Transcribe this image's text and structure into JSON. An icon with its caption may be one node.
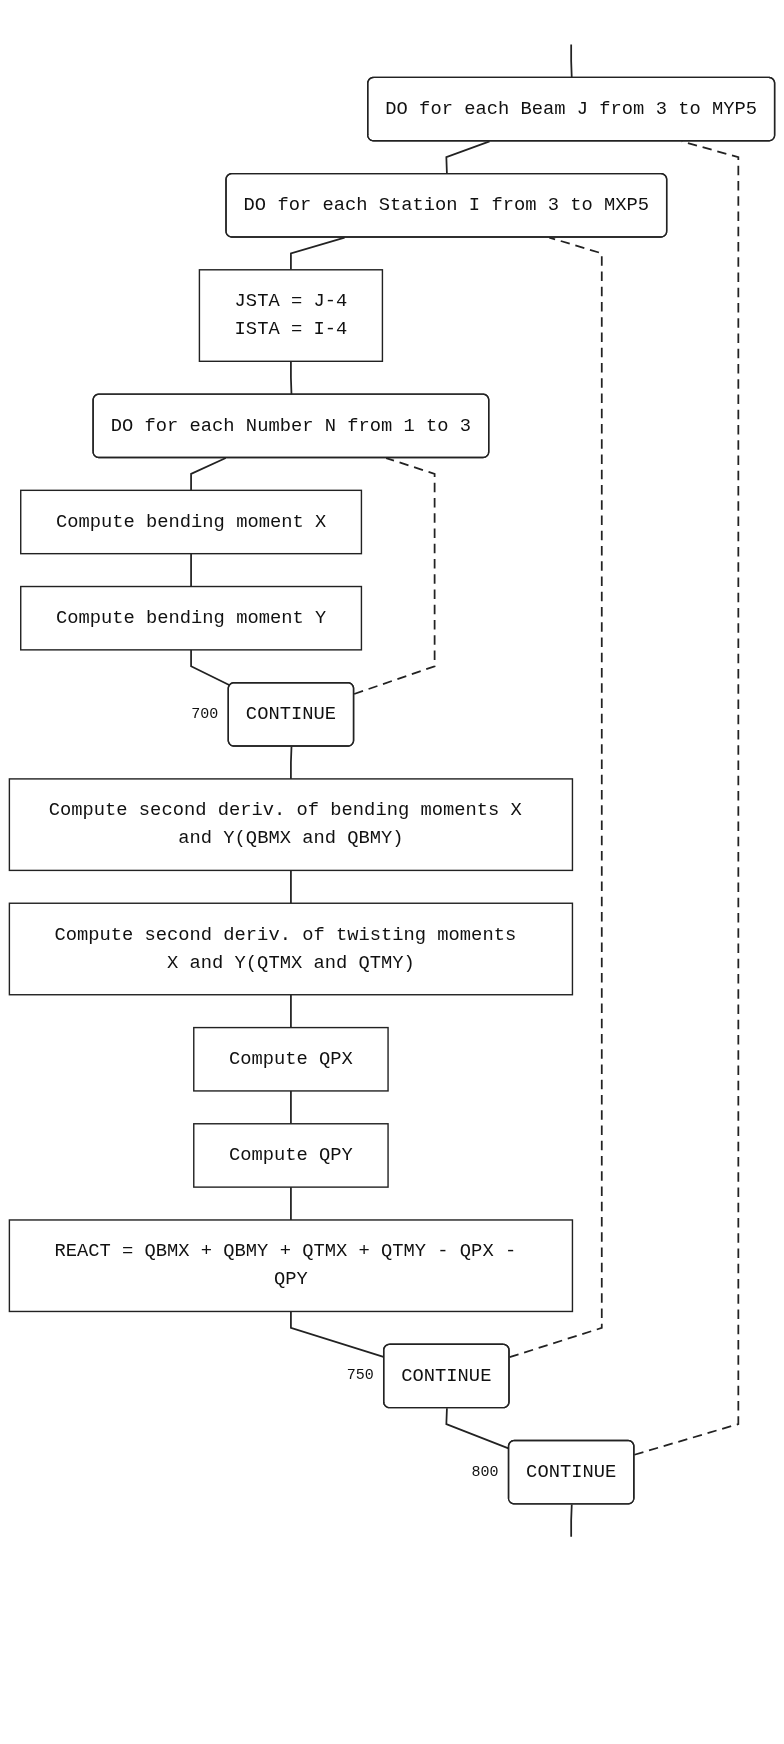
{
  "diagram": {
    "nodes": [
      {
        "text": [
          "DO for each Beam J from 3 to MYP5"
        ]
      },
      {
        "text": [
          "DO for each Station I from 3 to MXP5"
        ]
      },
      {
        "text": [
          "JSTA = J-4",
          "ISTA = I-4"
        ]
      },
      {
        "text": [
          "DO for each Number N from 1 to 3"
        ]
      },
      {
        "text": [
          "Compute bending moment X"
        ]
      },
      {
        "text": [
          "Compute bending moment Y"
        ]
      },
      {
        "text": [
          "CONTINUE"
        ],
        "beside": [
          "700"
        ]
      },
      {
        "text": [
          "Compute second deriv. of bending moments X and Y(QBMX and QBMY)"
        ]
      },
      {
        "text": [
          "Compute second deriv. of twisting moments X and Y(QTMX and QTMY)"
        ]
      },
      {
        "text": [
          "Compute QPX"
        ]
      },
      {
        "text": [
          "Compute QPY"
        ]
      },
      {
        "text": [
          "REACT = QBMX + QBMY + QTMX + QTMY - QPX - QPY"
        ]
      },
      {
        "text": [
          "CONTINUE"
        ],
        "beside": [
          "750"
        ]
      },
      {
        "text": [
          "CONTINUE"
        ],
        "beside": [
          "800"
        ]
      }
    ],
    "edges": [
      {
        "from": null,
        "to": 0,
        "arrow": "none"
      },
      {
        "from": 0,
        "to": 1,
        "arrow": "none"
      },
      {
        "from": 1,
        "to": 2,
        "arrow": "none"
      },
      {
        "from": 2,
        "to": 3,
        "arrow": "none"
      },
      {
        "from": 3,
        "to": 4,
        "arrow": "none"
      },
      {
        "from": 4,
        "to": 5,
        "arrow": "none"
      },
      {
        "from": 5,
        "to": 6,
        "arrow": "none"
      },
      {
        "from": 6,
        "to": 7,
        "arrow": "none"
      },
      {
        "from": 7,
        "to": 8,
        "arrow": "none"
      },
      {
        "from": 8,
        "to": 9,
        "arrow": "none"
      },
      {
        "from": 9,
        "to": 10,
        "arrow": "none"
      },
      {
        "from": 10,
        "to": 11,
        "arrow": "none"
      },
      {
        "from": 11,
        "to": 12,
        "arrow": "none"
      },
      {
        "from": 12,
        "to": 13,
        "arrow": "none"
      },
      {
        "from": 13,
        "to": null,
        "arrow": "none"
      },
      {
        "from": 6,
        "to": 3,
        "arrow": "none",
        "style": "dashed"
      },
      {
        "from": 12,
        "to": 1,
        "arrow": "none",
        "style": "dashed"
      },
      {
        "from": 13,
        "to": 0,
        "arrow": "none",
        "style": "dashed"
      }
    ]
  }
}
